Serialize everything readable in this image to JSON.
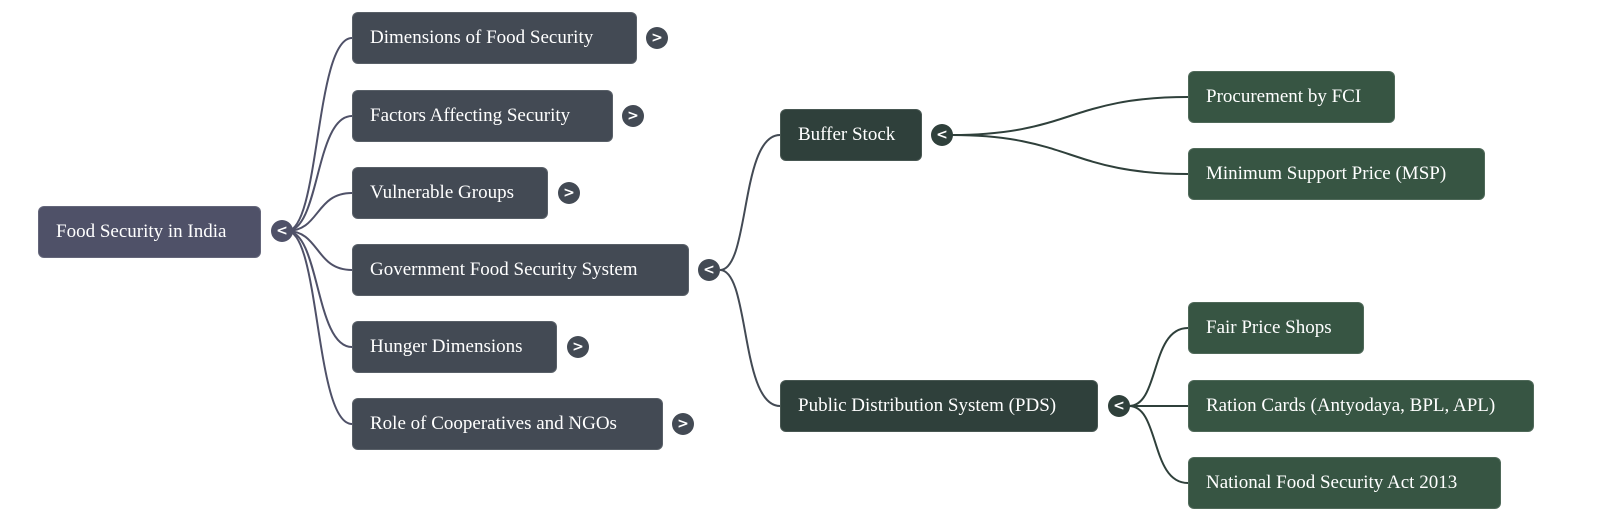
{
  "mindmap": {
    "root": {
      "label": "Food Security in India",
      "toggle": "<",
      "state": "expanded"
    },
    "branches": [
      {
        "label": "Dimensions of Food Security",
        "toggle": ">",
        "state": "collapsed"
      },
      {
        "label": "Factors Affecting Security",
        "toggle": ">",
        "state": "collapsed"
      },
      {
        "label": "Vulnerable Groups",
        "toggle": ">",
        "state": "collapsed"
      },
      {
        "label": "Government Food Security System",
        "toggle": "<",
        "state": "expanded",
        "children": [
          {
            "label": "Buffer Stock",
            "toggle": "<",
            "state": "expanded",
            "children": [
              {
                "label": "Procurement by FCI"
              },
              {
                "label": "Minimum Support Price (MSP)"
              }
            ]
          },
          {
            "label": "Public Distribution System (PDS)",
            "toggle": "<",
            "state": "expanded",
            "children": [
              {
                "label": "Fair Price Shops"
              },
              {
                "label": "Ration Cards (Antyodaya, BPL, APL)"
              },
              {
                "label": "National Food Security Act 2013"
              }
            ]
          }
        ]
      },
      {
        "label": "Hunger Dimensions",
        "toggle": ">",
        "state": "collapsed"
      },
      {
        "label": "Role of Cooperatives and NGOs",
        "toggle": ">",
        "state": "collapsed"
      }
    ]
  },
  "colors": {
    "root": "#4f5168",
    "level1": "#434a54",
    "level2": "#2f403b",
    "level3": "#375543",
    "link_root": "#4f5168",
    "link_level1": "#434a54",
    "link_level2": "#2f403b"
  }
}
